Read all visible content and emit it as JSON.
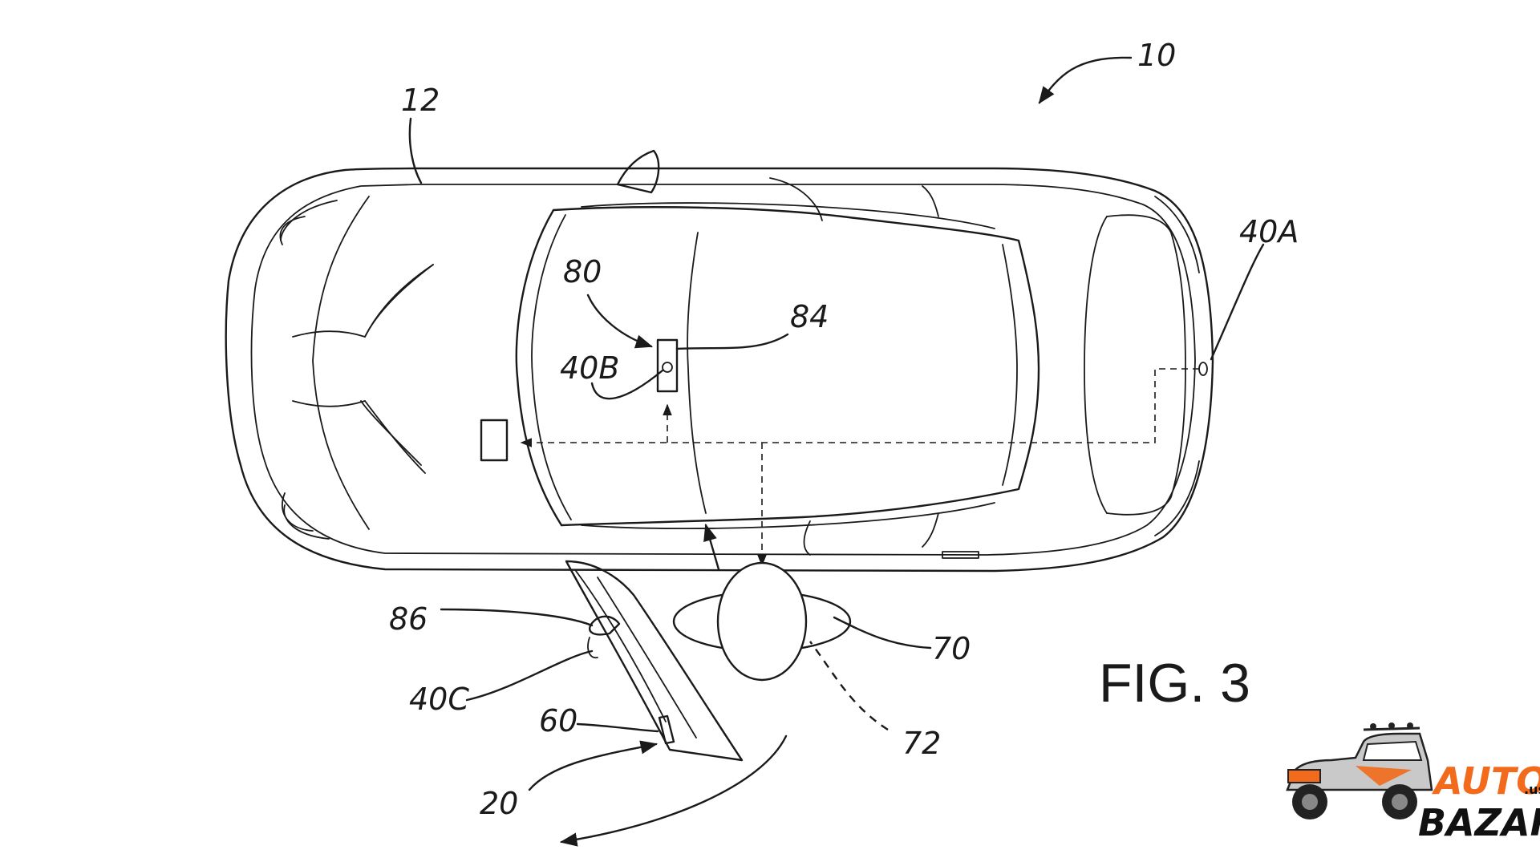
{
  "figure": {
    "caption": "FIG. 3",
    "reference_numerals": {
      "system": "10",
      "vehicle": "12",
      "door": "20",
      "sensor_rear": "40A",
      "sensor_interior": "40B",
      "sensor_mirror": "40C",
      "door_handle": "60",
      "user": "70",
      "user_path": "72",
      "interior_unit": "80",
      "interior_sensor_housing": "84",
      "side_mirror": "86"
    }
  },
  "watermark": {
    "line1": "AUTO",
    "line2": "BAZAR",
    "suffix": ".us",
    "colors": {
      "accent": "#f26a1b",
      "dark": "#111111"
    }
  }
}
